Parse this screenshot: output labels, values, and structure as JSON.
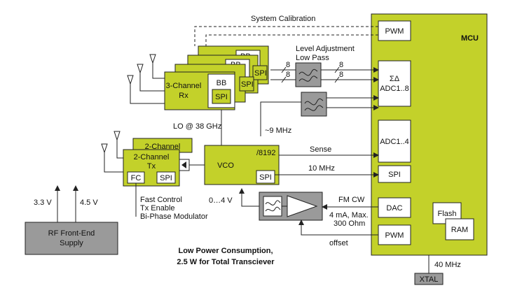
{
  "labels": {
    "system_calibration": "System Calibration",
    "level_adjustment": "Level Adjustment",
    "low_pass": "Low Pass",
    "mcu": "MCU",
    "pwm_top": "PWM",
    "sigma_delta": "ΣΔ",
    "adc_1_8": "ADC1..8",
    "adc_1_4": "ADC1..4",
    "spi_mcu": "SPI",
    "dac": "DAC",
    "pwm_bottom": "PWM",
    "flash": "Flash",
    "ram": "RAM",
    "xtal": "XTAL",
    "mhz_40": "40 MHz",
    "rx_3ch_line1": "3-Channel",
    "rx_3ch_line2": "Rx",
    "bb_1": "BB",
    "bb_2": "BB",
    "bb_3": "BB",
    "spi_rx": "SPI",
    "spi_rx2": "SPI",
    "spi_rx3": "SPI",
    "bus_width_1": "8",
    "bus_width_2": "8",
    "bus_width_3": "8",
    "bus_width_4": "8",
    "lo_38ghz": "LO @ 38 GHz",
    "approx_9mhz": "~9 MHz",
    "tx_2ch_back": "2-Channel",
    "tx_2ch_line1": "2-Channel",
    "tx_2ch_line2": "Tx",
    "fc": "FC",
    "spi_tx": "SPI",
    "vco": "VCO",
    "div_8192": "/8192",
    "spi_vco": "SPI",
    "sense": "Sense",
    "mhz_10": "10 MHz",
    "v_0_4": "0…4 V",
    "fm_cw": "FM CW",
    "ma_line1": "4 mA, Max.",
    "ma_line2": "300 Ohm",
    "offset": "offset",
    "fast_control": "Fast Control",
    "tx_enable": "Tx Enable",
    "biphase": "Bi-Phase Modulator",
    "v_3_3": "3.3 V",
    "v_4_5": "4.5 V",
    "supply_line1": "RF Front-End",
    "supply_line2": "Supply",
    "low_power_line1": "Low Power Consumption,",
    "low_power_line2": "2.5 W for Total Transciever"
  },
  "colors": {
    "block_green": "#c3d12a",
    "block_gray": "#9a9a9a",
    "line": "#222222"
  }
}
